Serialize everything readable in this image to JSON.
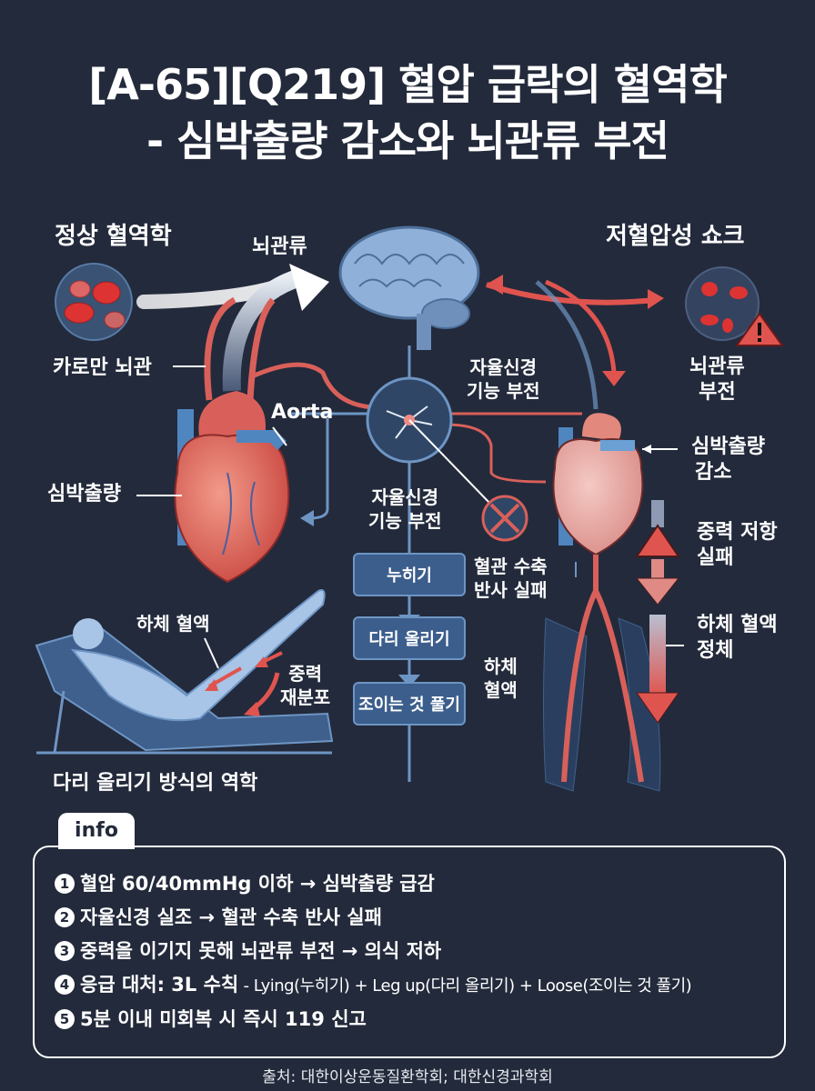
{
  "title": {
    "line1": "[A-65][Q219] 혈압 급락의 혈역학",
    "line2": "- 심박출량 감소와 뇌관류 부전"
  },
  "left_panel": {
    "heading": "정상 혈역학",
    "cerebral_flow": "뇌관류",
    "carotid": "카로만 뇌관",
    "aorta": "Aorta",
    "cardiac_output": "심박출량",
    "lower_blood": "하체 혈액",
    "gravity": [
      "중력",
      "재분포"
    ],
    "caption": "다리 올리기 방식의 역학"
  },
  "center_panel": {
    "ans_top": [
      "자율신경",
      "기능 부전"
    ],
    "ans_mid": [
      "자율신경",
      "기능 부전"
    ],
    "vasoconstriction_fail": [
      "혈관 수축",
      "반사 실패"
    ],
    "lower_blood": [
      "하체",
      "혈액"
    ],
    "flow_steps": [
      "누히기",
      "다리 올리기",
      "조이는 것 풀기"
    ]
  },
  "right_panel": {
    "heading": "저혈압성 쇼크",
    "cerebral_fail": [
      "뇌관류",
      "부전"
    ],
    "co_decrease": [
      "심박출량",
      "감소"
    ],
    "gravity_fail": [
      "중력 저항",
      "실패"
    ],
    "stasis": [
      "하체 혈액",
      "정체"
    ]
  },
  "colors": {
    "background": "#232a3b",
    "red": "#e0544f",
    "blue": "#6d95c4",
    "brain": "#8fb0d8"
  },
  "info": {
    "tab": "info",
    "items": [
      {
        "num": "1",
        "text": "혈압 60/40mmHg 이하 → 심박출량 급감"
      },
      {
        "num": "2",
        "text": "자율신경 실조 → 혈관 수축 반사 실패"
      },
      {
        "num": "3",
        "text": "중력을 이기지 못해 뇌관류 부전 → 의식 저하"
      },
      {
        "num": "4",
        "text": "응급 대처: 3L 수칙",
        "sub": " - Lying(누히기) + Leg up(다리 올리기) + Loose(조이는 것 풀기)"
      },
      {
        "num": "5",
        "text": "5분 이내 미회복 시 즉시 119 신고"
      }
    ]
  },
  "source": "출처: 대한이상운동질환학회; 대한신경과학회"
}
